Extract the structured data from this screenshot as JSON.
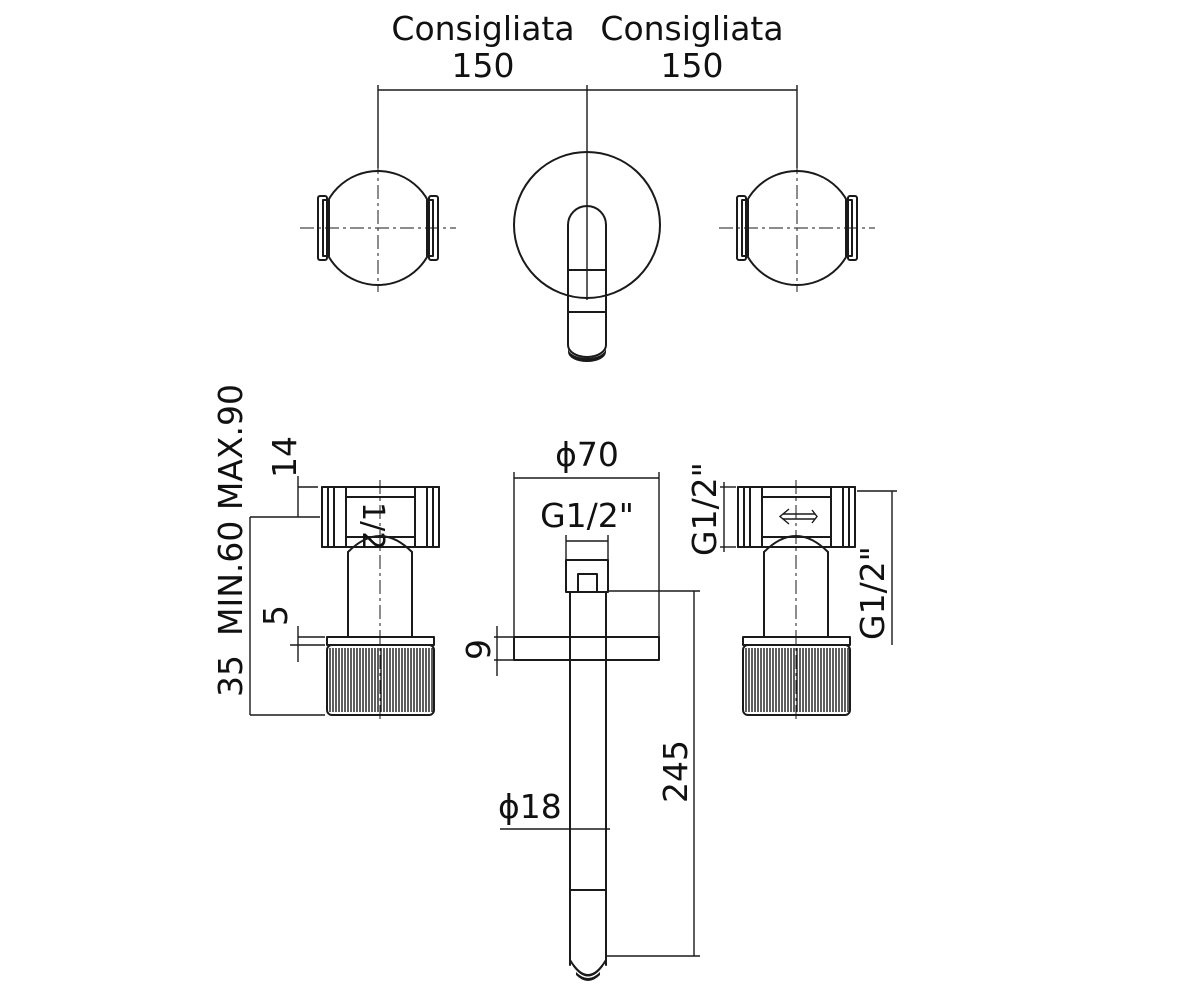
{
  "dimensions": {
    "top_spacing_left": {
      "caption": "Consigliata",
      "value": "150"
    },
    "top_spacing_right": {
      "caption": "Consigliata",
      "value": "150"
    },
    "valve_top_height": "14",
    "valve_min_max": "MIN.60 MAX.90",
    "valve_rosette_gap": "5",
    "valve_handle_height": "35",
    "rosette_diameter": "ϕ70",
    "spout_thread": "G1/2\"",
    "rosette_thickness": "9",
    "spout_length": "245",
    "spout_diameter": "ϕ18",
    "right_valve_thread_a": "G1/2\"",
    "right_valve_thread_b": "G1/2\""
  },
  "valve_marking": "1/2"
}
